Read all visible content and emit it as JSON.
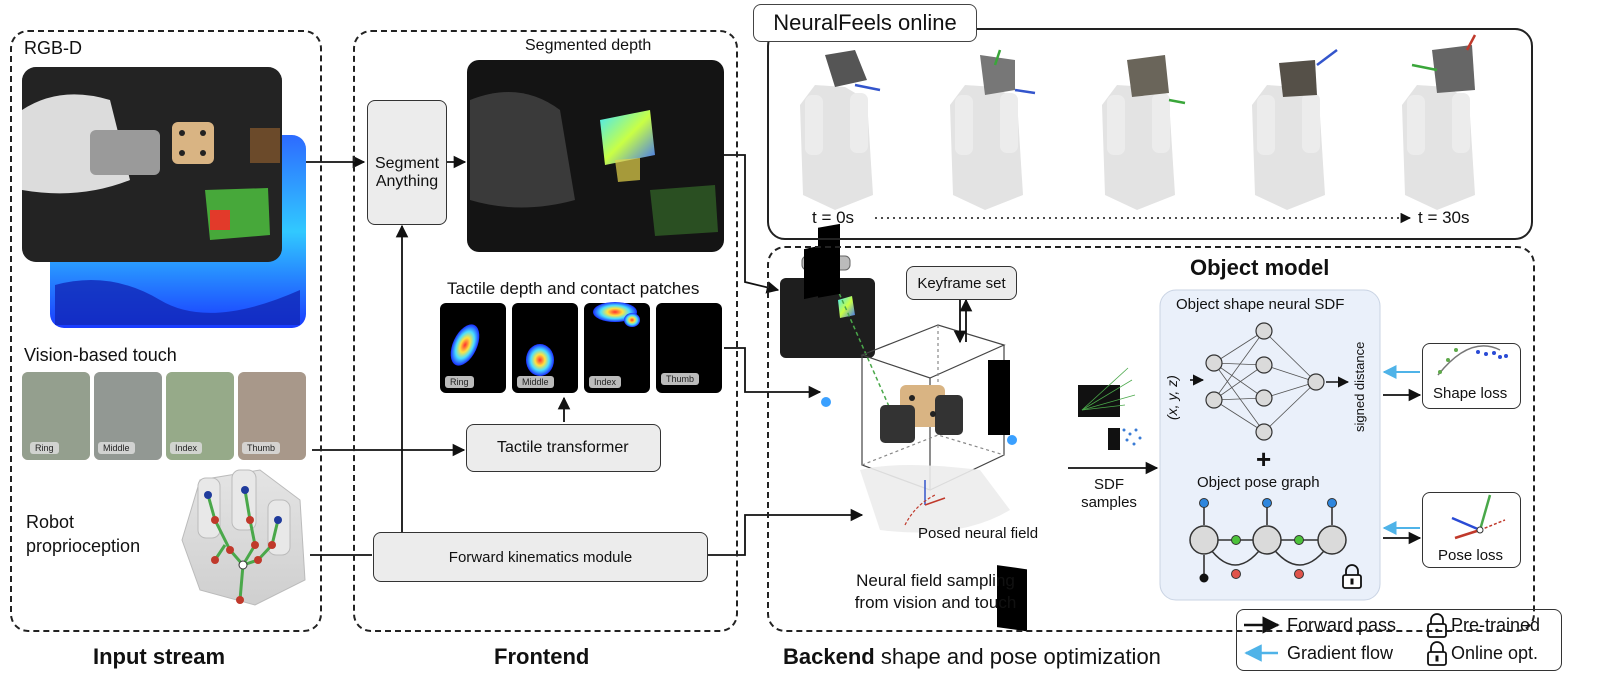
{
  "sections": {
    "input_stream": "Input stream",
    "frontend": "Frontend",
    "backend_bold": "Backend",
    "backend_rest": " shape and pose optimization"
  },
  "input": {
    "rgbd_label": "RGB-D",
    "touch_label": "Vision-based touch",
    "proprio_line1": "Robot",
    "proprio_line2": "proprioception",
    "fingers": [
      "Ring",
      "Middle",
      "Index",
      "Thumb"
    ]
  },
  "frontend": {
    "segment_line1": "Segment",
    "segment_line2": "Anything",
    "segmented_depth_label": "Segmented depth",
    "tactile_patches_label": "Tactile depth and contact patches",
    "tactile_transformer": "Tactile transformer",
    "forward_kinematics": "Forward kinematics module",
    "patch_fingers": [
      "Ring",
      "Middle",
      "Index",
      "Thumb"
    ]
  },
  "online": {
    "title": "NeuralFeels online",
    "t_start": "t = 0s",
    "t_end": "t = 30s"
  },
  "backend": {
    "keyframe_set": "Keyframe set",
    "posed_neural_field": "Posed neural field",
    "sampling_line1": "Neural field sampling",
    "sampling_line2": "from vision and touch",
    "sdf_line1": "SDF",
    "sdf_line2": "samples",
    "object_model_title": "Object model",
    "shape_sdf_title": "Object shape neural SDF",
    "input_coords": "(x, y, z)",
    "output_label": "signed distance",
    "plus": "+",
    "pose_graph_title": "Object pose graph",
    "shape_loss": "Shape loss",
    "pose_loss": "Pose loss"
  },
  "legend": {
    "forward_pass": "Forward pass",
    "gradient_flow": "Gradient flow",
    "pretrained": "Pre-trained",
    "online_opt": "Online opt."
  },
  "colors": {
    "forward_arrow": "#111111",
    "gradient_arrow": "#4fb3e8",
    "object_model_bg": "#eaf0fa",
    "box_fill": "#ececec"
  }
}
